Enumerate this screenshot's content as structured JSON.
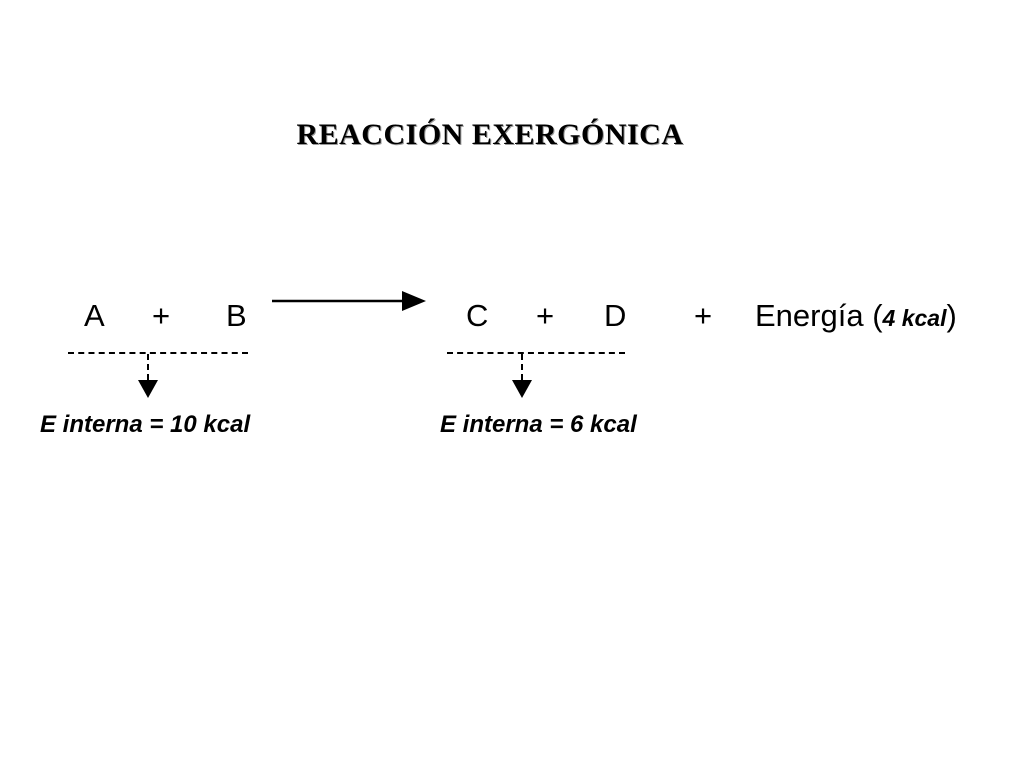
{
  "title": "REACCIÓN EXERGÓNICA",
  "reactants": {
    "a": "A",
    "plus": "+",
    "b": "B"
  },
  "products": {
    "c": "C",
    "plus": "+",
    "d": "D"
  },
  "energy": {
    "plus": "+",
    "label": "Energía (",
    "amount": "4 kcal",
    "close": ")"
  },
  "reactants_energy": "E interna = 10 kcal",
  "products_energy": "E interna = 6 kcal"
}
